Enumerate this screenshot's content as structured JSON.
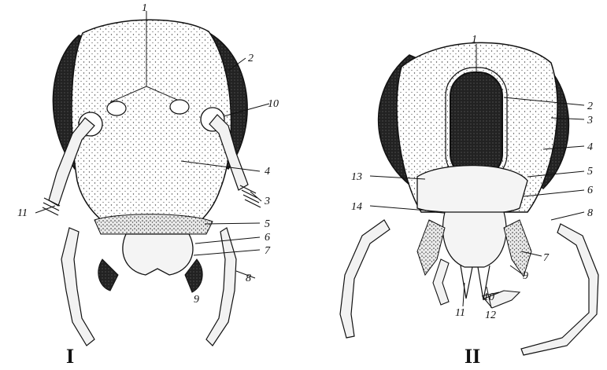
{
  "figure": {
    "panel_i": {
      "roman": "I",
      "labels": [
        "1",
        "2",
        "3",
        "4",
        "5",
        "6",
        "7",
        "8",
        "9",
        "10",
        "11"
      ]
    },
    "panel_ii": {
      "roman": "II",
      "labels": [
        "1",
        "2",
        "3",
        "4",
        "5",
        "6",
        "7",
        "8",
        "9",
        "10",
        "11",
        "12",
        "13",
        "14"
      ]
    }
  },
  "colors": {
    "ink": "#111111",
    "stipple": "#333333",
    "paper": "#ffffff",
    "eye": "#1a1a1a"
  }
}
